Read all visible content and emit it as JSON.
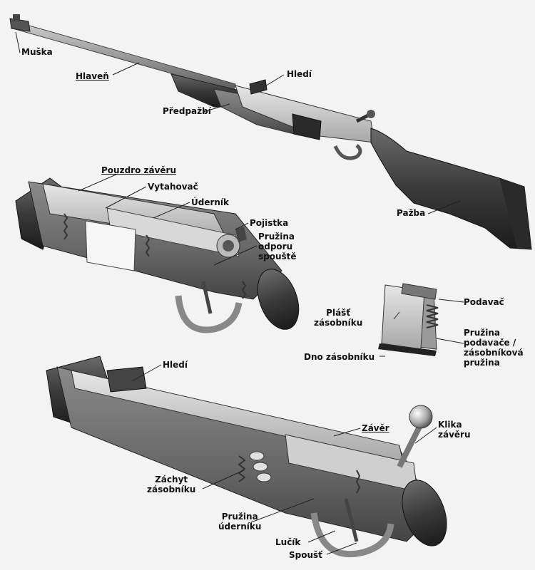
{
  "labels": {
    "muska": "Muška",
    "hlaven": "Hlaveň",
    "hledi_top": "Hledí",
    "predpazbi": "Předpažbí",
    "pazba": "Pažba",
    "pouzdro": "Pouzdro závěru",
    "vytahovac": "Vytahovač",
    "udernik": "Úderník",
    "pojistka": "Pojistka",
    "pruzina_odporu": "Pružina\nodporu\nspouště",
    "plast": "Plášť\nzásobníku",
    "podavac": "Podavač",
    "pruzina_podavace": "Pružina\npodavače /\nzásobníková\npružina",
    "dno": "Dno zásobníku",
    "hledi_bottom": "Hledí",
    "zaver": "Závěr",
    "klika": "Klika\nzávěru",
    "zachyt": "Záchyt\nzásobníku",
    "pruzina_uderniku": "Pružina\núderníku",
    "lucik": "Lučík",
    "spoust": "Spoušť"
  }
}
